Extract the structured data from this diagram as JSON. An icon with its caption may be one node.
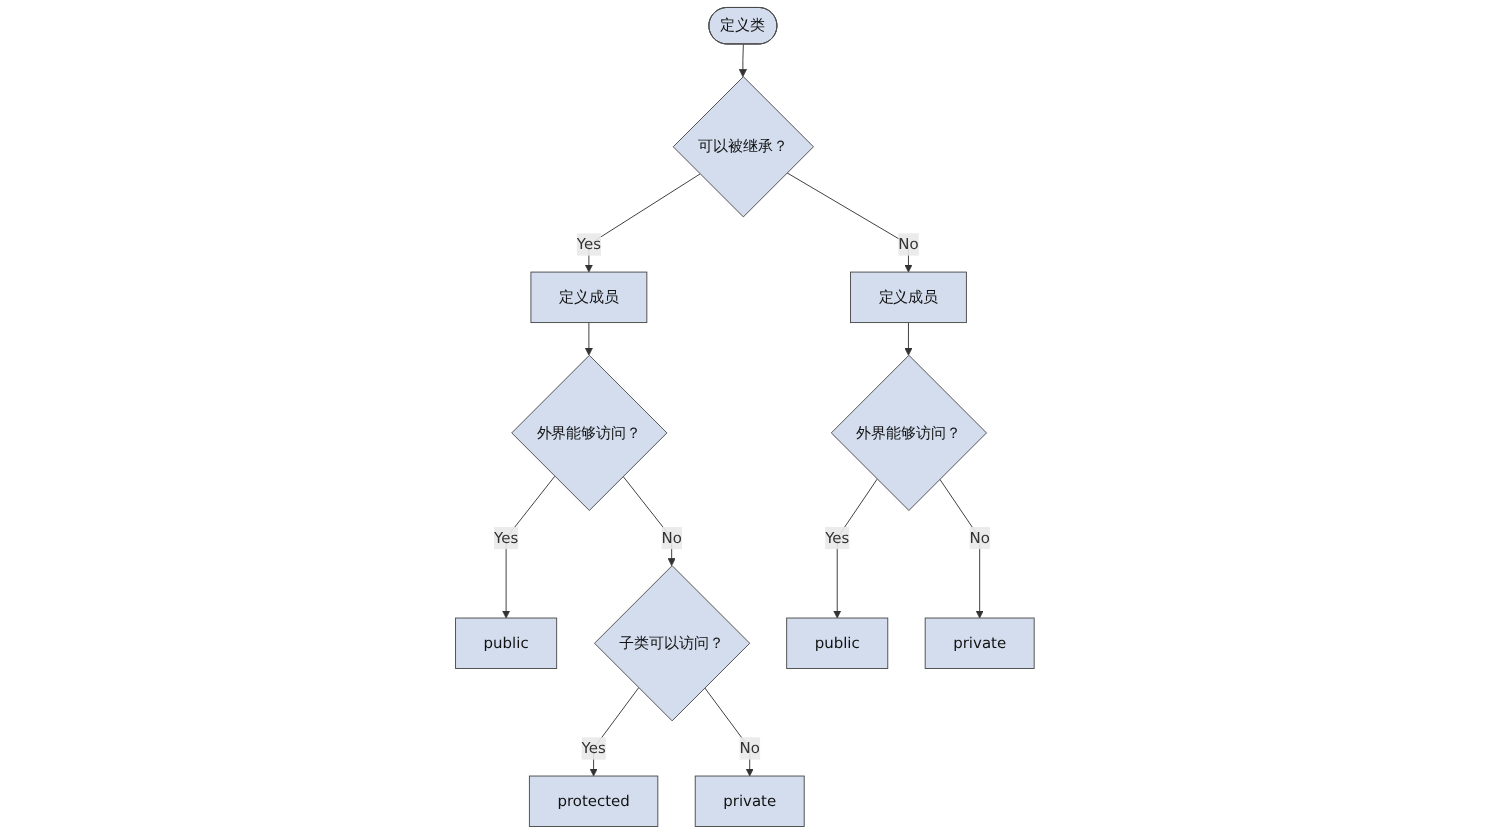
{
  "diagram": {
    "nodes": [
      {
        "text": [
          "定义类"
        ]
      },
      {
        "text": [
          "可以被继承？"
        ]
      },
      {
        "text": [
          "定义成员"
        ]
      },
      {
        "text": [
          "定义成员"
        ]
      },
      {
        "text": [
          "外界能够访问？"
        ]
      },
      {
        "text": [
          "外界能够访问？"
        ]
      },
      {
        "text": [
          "public"
        ]
      },
      {
        "text": [
          "子类可以访问？"
        ]
      },
      {
        "text": [
          "public"
        ]
      },
      {
        "text": [
          "private"
        ]
      },
      {
        "text": [
          "protected"
        ]
      },
      {
        "text": [
          "private"
        ]
      }
    ],
    "edges": [
      {
        "from": 0,
        "to": 1,
        "arrow": "to"
      },
      {
        "from": 1,
        "to": 2,
        "arrow": "to",
        "label": "Yes"
      },
      {
        "from": 1,
        "to": 3,
        "arrow": "to",
        "label": "No"
      },
      {
        "from": 2,
        "to": 4,
        "arrow": "to"
      },
      {
        "from": 3,
        "to": 5,
        "arrow": "to"
      },
      {
        "from": 4,
        "to": 6,
        "arrow": "to",
        "label": "Yes"
      },
      {
        "from": 4,
        "to": 7,
        "arrow": "to",
        "label": "No"
      },
      {
        "from": 5,
        "to": 8,
        "arrow": "to",
        "label": "Yes"
      },
      {
        "from": 5,
        "to": 9,
        "arrow": "to",
        "label": "No"
      },
      {
        "from": 7,
        "to": 10,
        "arrow": "to",
        "label": "Yes"
      },
      {
        "from": 7,
        "to": 11,
        "arrow": "to",
        "label": "No"
      }
    ]
  }
}
